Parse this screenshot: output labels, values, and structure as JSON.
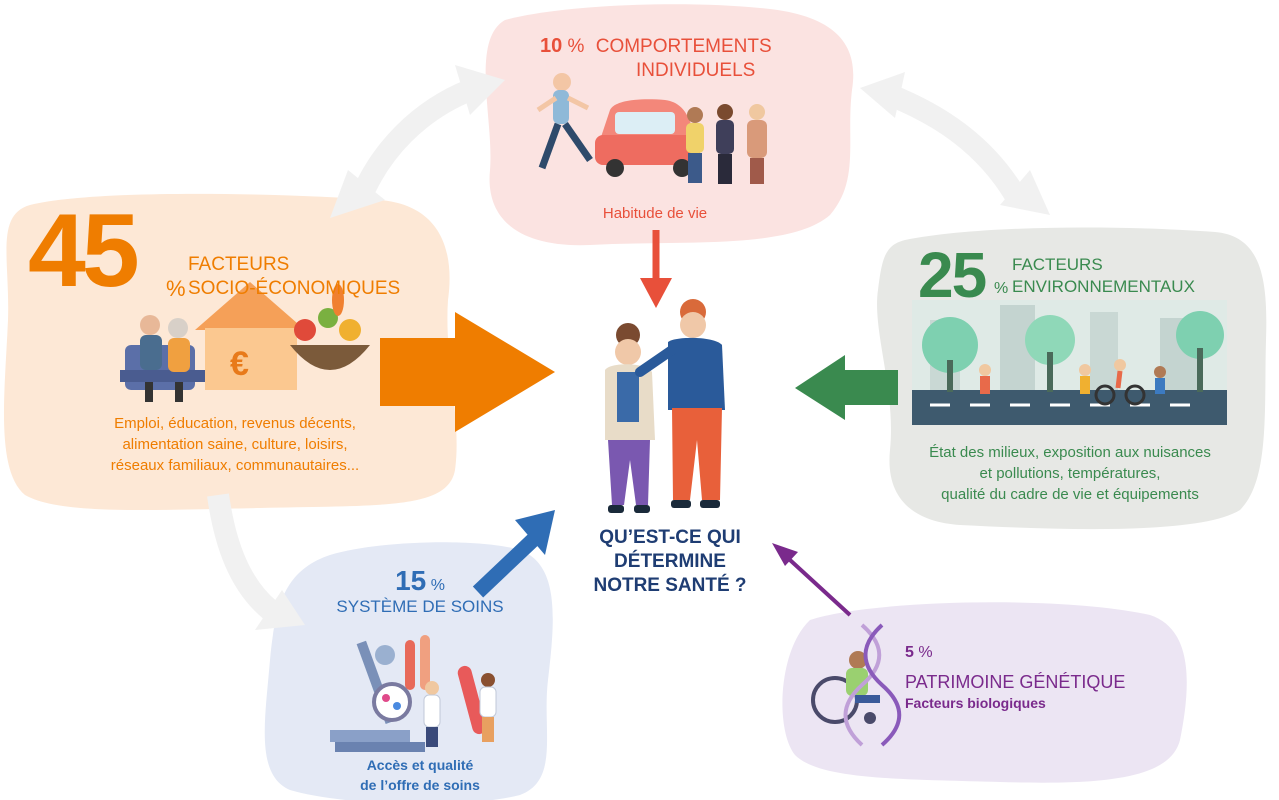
{
  "center_question": [
    "QU’EST-CE QUI",
    "DÉTERMINE",
    "NOTRE SANTÉ ?"
  ],
  "factors": {
    "comportements": {
      "percent": "10",
      "unit": "%",
      "title": [
        "COMPORTEMENTS",
        "INDIVIDUELS"
      ],
      "description": "Habitude de vie",
      "color": "#e8503a"
    },
    "socio": {
      "percent": "45",
      "unit": "%",
      "title": [
        "FACTEURS",
        "SOCIO-ÉCONOMIQUES"
      ],
      "description": [
        "Emploi, éducation, revenus décents,",
        "alimentation saine, culture, loisirs,",
        "réseaux familiaux, communautaires..."
      ],
      "color": "#ef7d00"
    },
    "environnement": {
      "percent": "25",
      "unit": "%",
      "title": [
        "FACTEURS",
        "ENVIRONNEMENTAUX"
      ],
      "description": [
        "État des milieux, exposition aux nuisances",
        "et pollutions, températures,",
        "qualité du cadre de vie et équipements"
      ],
      "color": "#3a8a4f"
    },
    "soins": {
      "percent": "15",
      "unit": "%",
      "title": "SYSTÈME DE SOINS",
      "description": [
        "Accès et qualité",
        "de l’offre de soins"
      ],
      "color": "#2f6db5"
    },
    "genetique": {
      "percent": "5",
      "unit": "%",
      "title": "PATRIMOINE GÉNÉTIQUE",
      "description": "Facteurs biologiques",
      "color": "#7a2a8c"
    }
  },
  "icons": [
    "running-person-icon",
    "car-icon",
    "people-group-icon",
    "elderly-couple-icon",
    "house-euro-icon",
    "food-basket-icon",
    "city-park-icon",
    "cyclist-icon",
    "microscope-icon",
    "test-tubes-icon",
    "doctor-icon",
    "dna-icon",
    "wheelchair-icon",
    "couple-center-icon"
  ]
}
